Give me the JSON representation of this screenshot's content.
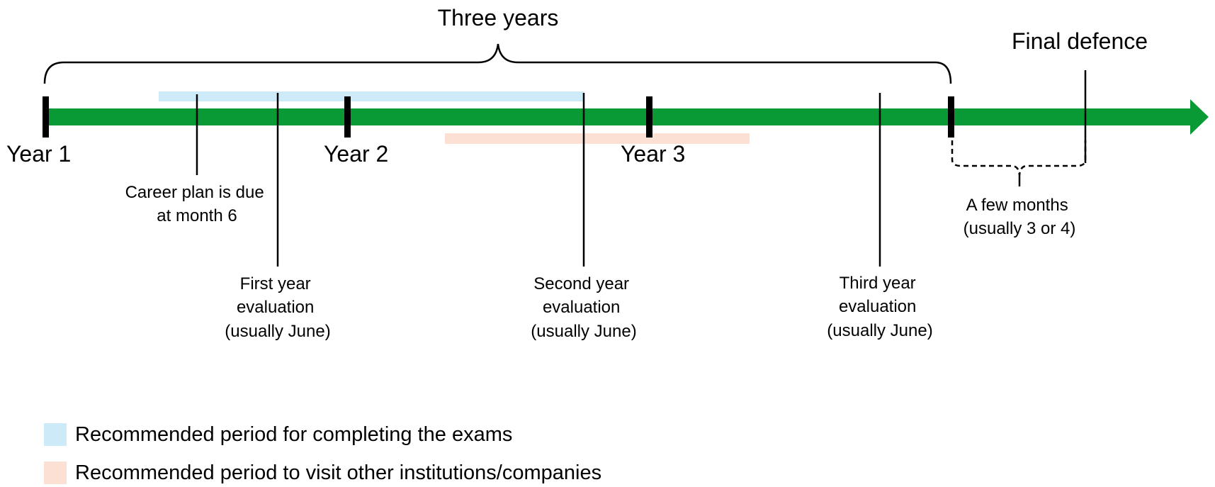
{
  "title_span": "Three years",
  "final_defence": "Final defence",
  "years": [
    "Year 1",
    "Year 2",
    "Year 3"
  ],
  "career_plan": [
    "Career plan is due",
    "at month 6"
  ],
  "evaluations": [
    [
      "First year",
      "evaluation",
      "(usually June)"
    ],
    [
      "Second year",
      "evaluation",
      "(usually June)"
    ],
    [
      "Third year",
      "evaluation",
      "(usually June)"
    ]
  ],
  "gap": [
    "A few months",
    "(usually 3 or 4)"
  ],
  "legend": [
    {
      "label": "Recommended period for completing the exams",
      "color": "#cdeaf8"
    },
    {
      "label": "Recommended period to visit other institutions/companies",
      "color": "#fce0d3"
    }
  ],
  "colors": {
    "timeline": "#0a9a35",
    "exam_period": "#cdeaf8",
    "visit_period": "#fce0d3",
    "ink": "#000000"
  }
}
